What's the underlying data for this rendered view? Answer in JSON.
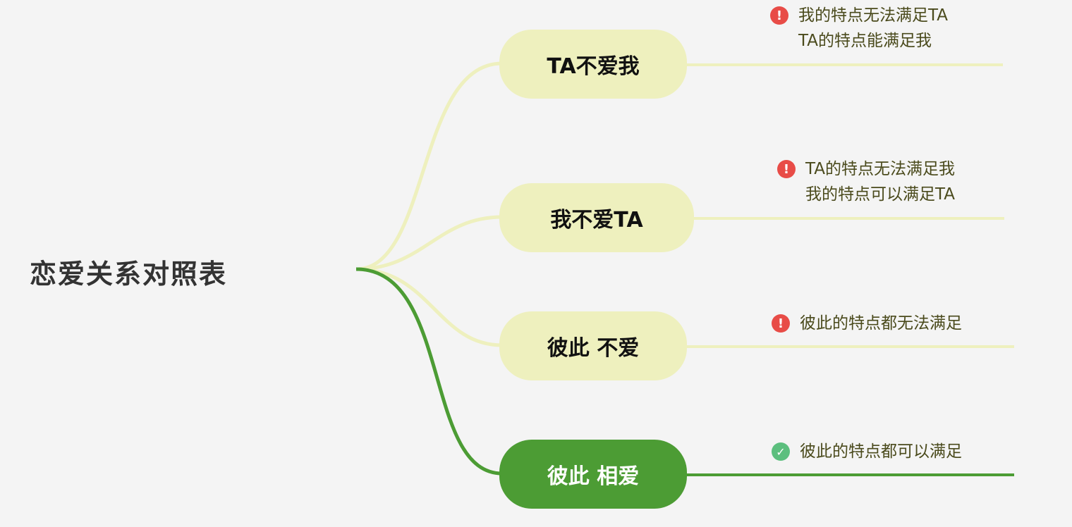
{
  "root": {
    "title": "恋爱关系对照表"
  },
  "colors": {
    "inactive_branch": "#eef0be",
    "active_branch": "#4c9c34",
    "inactive_line": "#eef0be",
    "active_line": "#4c9c34",
    "warn_badge": "#e84c47",
    "ok_badge": "#5cbf7e"
  },
  "branches": [
    {
      "label": "TA不爱我",
      "status": "warn",
      "status_icon": "exclamation-icon",
      "notes": [
        "我的特点无法满足TA",
        "TA的特点能满足我"
      ]
    },
    {
      "label": "我不爱TA",
      "status": "warn",
      "status_icon": "exclamation-icon",
      "notes": [
        "TA的特点无法满足我",
        "我的特点可以满足TA"
      ]
    },
    {
      "label": "彼此 不爱",
      "status": "warn",
      "status_icon": "exclamation-icon",
      "notes": [
        "彼此的特点都无法满足"
      ]
    },
    {
      "label": "彼此 相爱",
      "status": "ok",
      "status_icon": "check-icon",
      "active": true,
      "notes": [
        "彼此的特点都可以满足"
      ]
    }
  ]
}
